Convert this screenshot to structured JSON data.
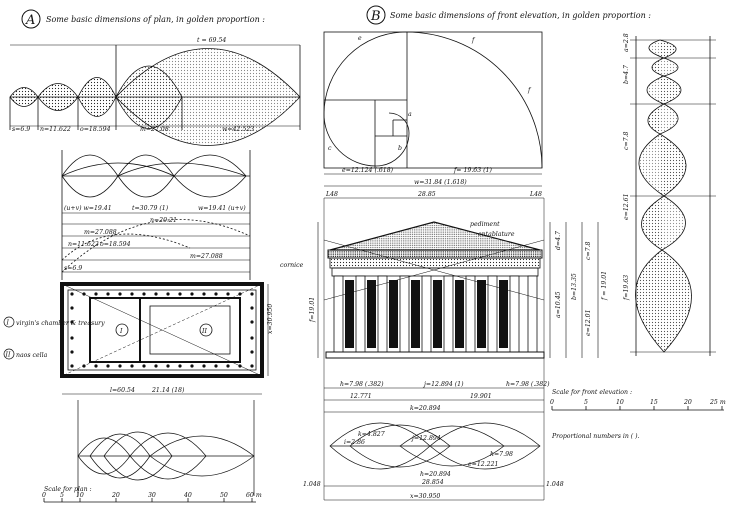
{
  "panel_a": {
    "letter": "A",
    "heading": "Some basic dimensions of plan, in golden proportion :",
    "top_total": "t = 69.54",
    "segments": [
      "s=6.9",
      "n=11.622",
      "o=18.594",
      "m=27.08",
      "w=42.523"
    ],
    "mid_labels": {
      "wl": "(u+v) w=19.41",
      "t": "t=30.79 (1)",
      "wr": "w=19.41 (u+v)",
      "n2": "n=20.21",
      "m": "m=27.088",
      "n3": "n=11.622",
      "o2": "o=18.594",
      "m2": "m=27.088",
      "s": "s=6.9"
    },
    "plan_dims": {
      "right": "x=30.950",
      "bottom_l": "l=60.54",
      "bottom_r": "21.14 (18)"
    },
    "legend": {
      "one": "virgin's chamber & treasury",
      "two": "naos cella"
    },
    "plan_numbers": [
      "I",
      "II"
    ],
    "scale_caption": "Scale for plan :",
    "scale_ticks": [
      "0",
      "5",
      "10",
      "20",
      "30",
      "40",
      "50",
      "60 m"
    ]
  },
  "panel_b": {
    "letter": "B",
    "heading": "Some basic dimensions of front elevation, in golden proportion :",
    "spiral_letters": [
      "f",
      "e",
      "c",
      "b",
      "a",
      "f"
    ],
    "spiral_dims": {
      "e": "e=12.124 (.618)",
      "f": "f= 19.63 (1)",
      "w": "w=31.84 (1.618)"
    },
    "elev_dims": {
      "width_top": "28.85",
      "l_left": "L48",
      "l_right": "L48",
      "h_left": "h=7.98 (.382)",
      "j": "j=12.894 (1)",
      "h_right": "h=7.98 (.382)",
      "v1": "12.771",
      "v2": "19.901",
      "k": "k=20.894",
      "f": "f=19.01",
      "e": "e=12.01",
      "c": "c=7.8",
      "d": "d=4.7",
      "b": "b=13.35",
      "a": "a=10.45",
      "h_total": "f = 19.01"
    },
    "labels": {
      "pediment": "pediment",
      "entablature": "entablature",
      "cornice": "cornice"
    },
    "bottom_dims": {
      "total": "x=30.950",
      "bottom": "28.854",
      "side_l": "1.048",
      "side_r": "1.048"
    },
    "lower_labels": [
      "i=2.86",
      "j=12.894",
      "k=4.827",
      "h=7.98",
      "e=12.221",
      "h=20.894"
    ],
    "scale_caption": "Scale for front elevation :",
    "scale_ticks": [
      "0",
      "5",
      "10",
      "15",
      "20",
      "25 m"
    ],
    "note": "Proportional numbers in ( )."
  },
  "side_strip": {
    "labels": [
      "a=2.8",
      "b=4.7",
      "c=7.8",
      "e=12.61",
      "f=19.63"
    ]
  }
}
